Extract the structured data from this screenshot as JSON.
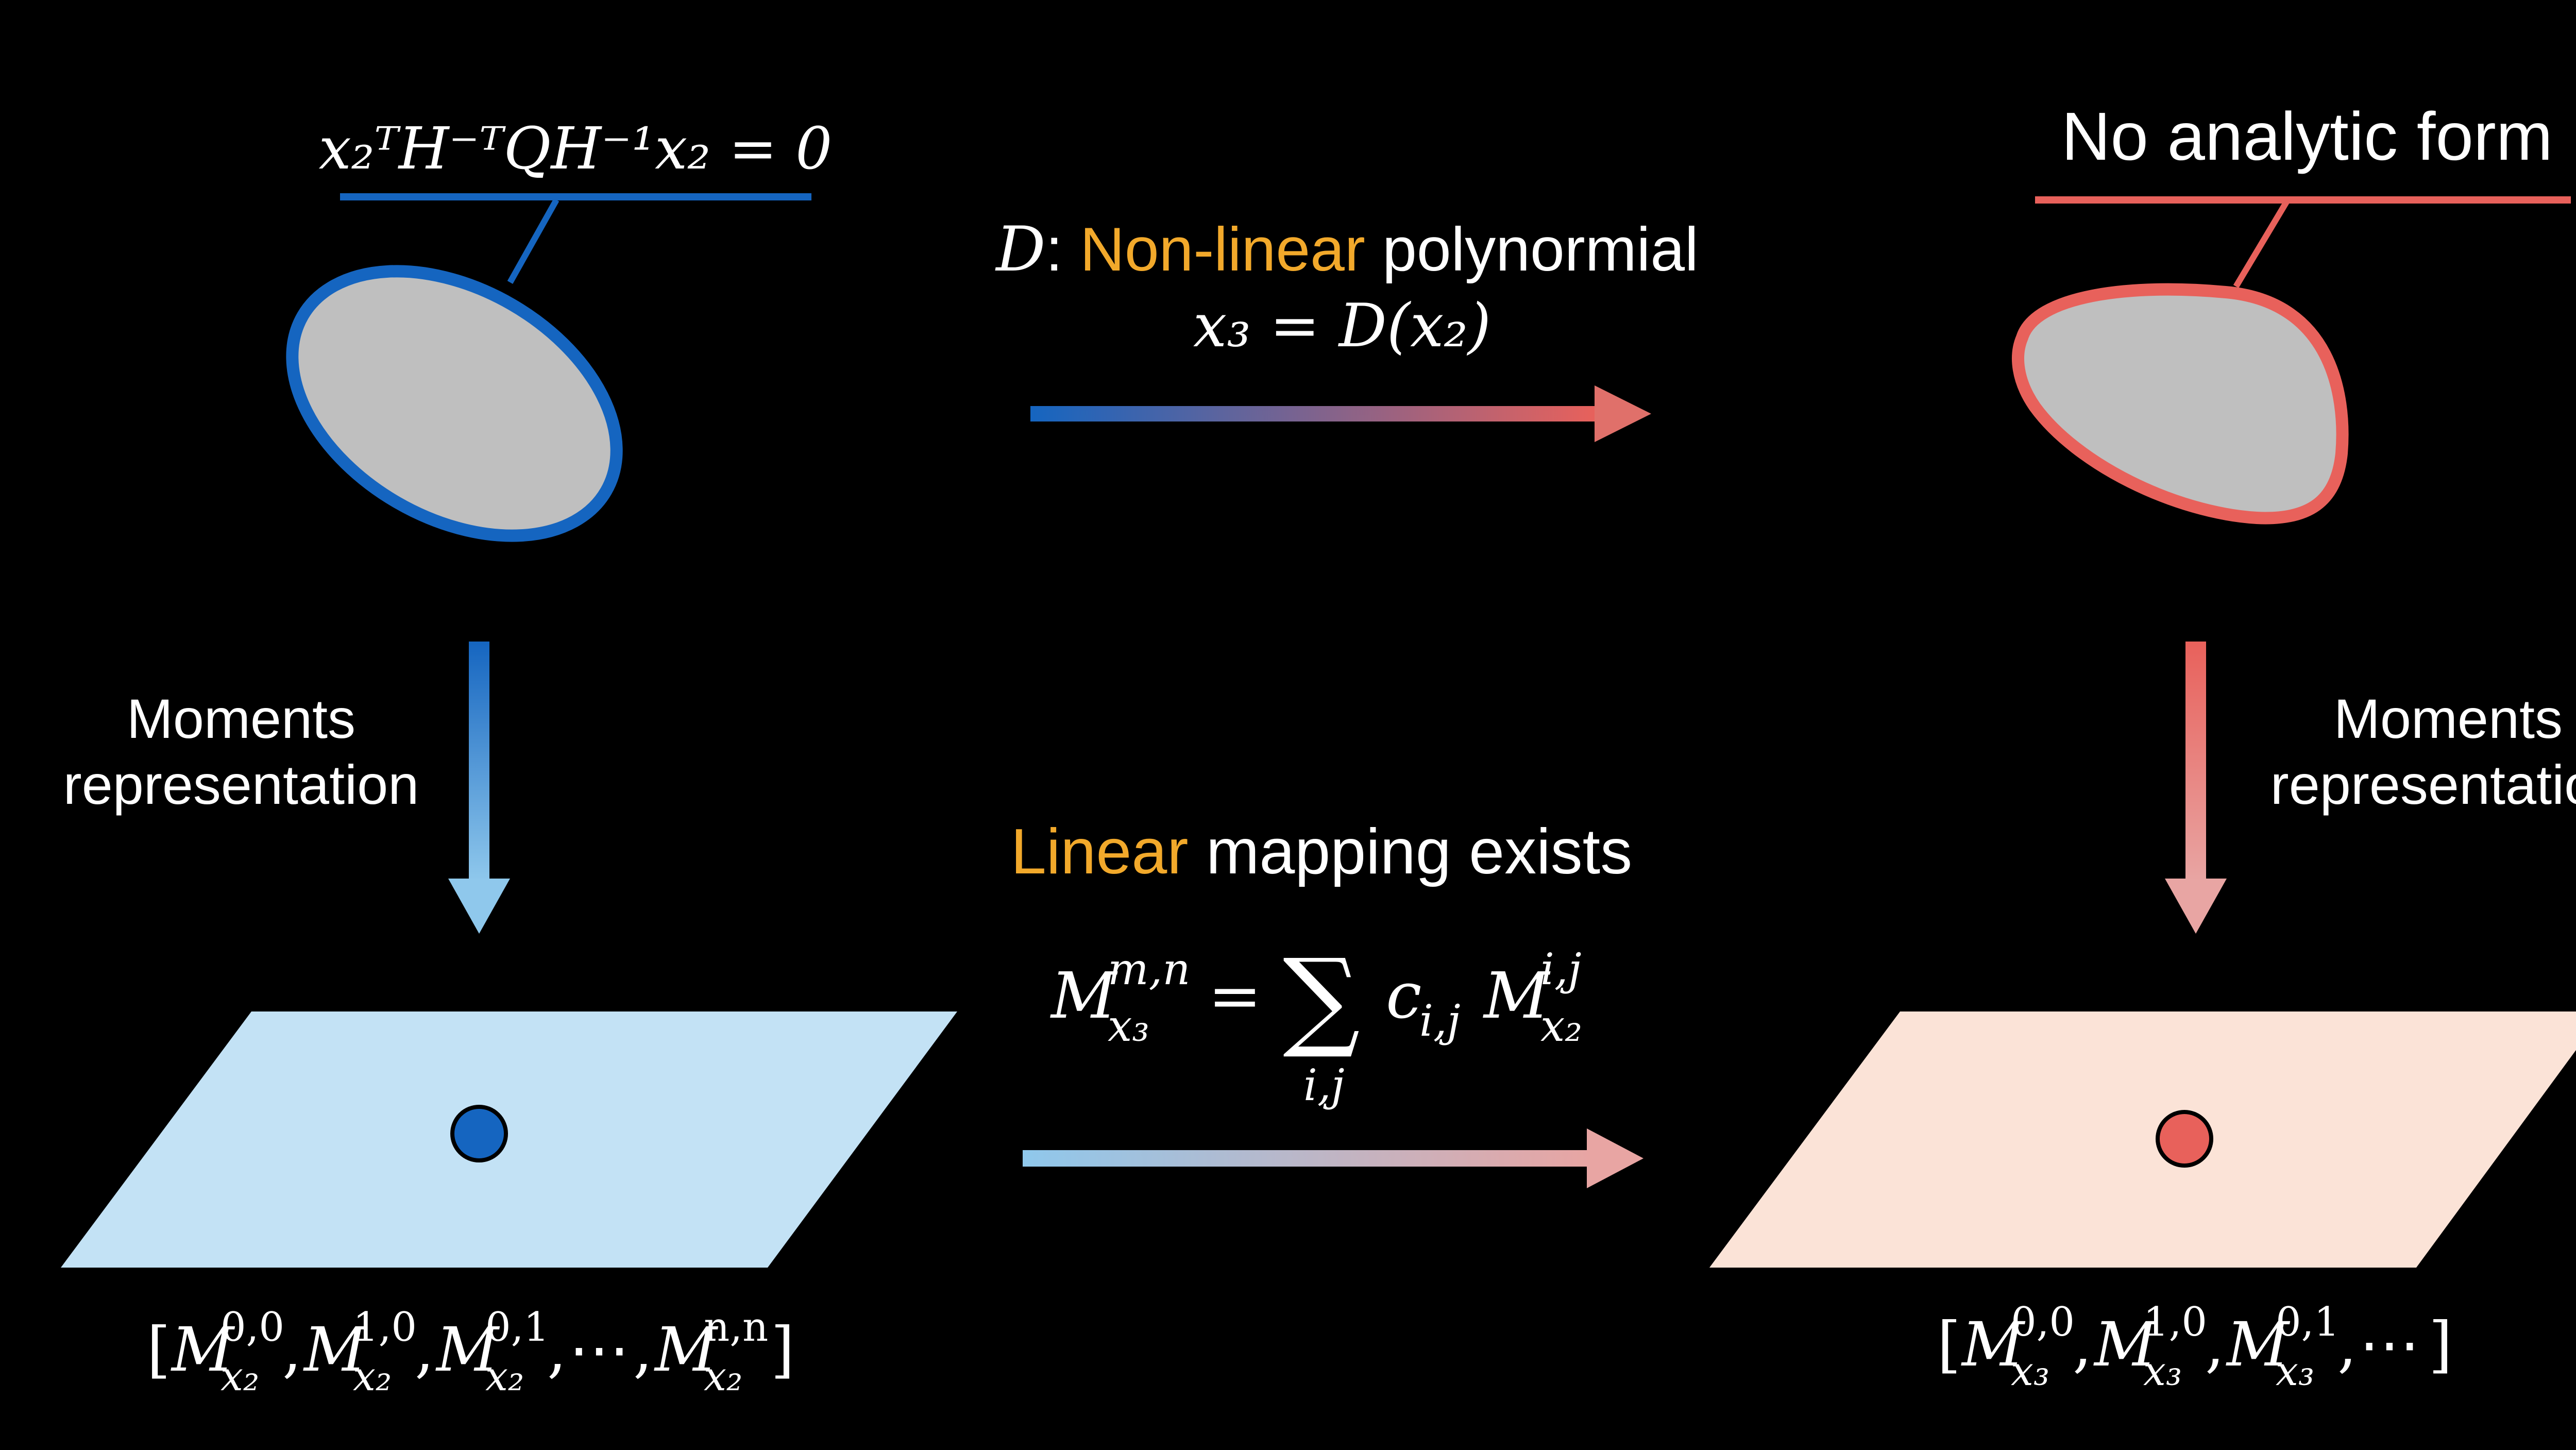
{
  "colors": {
    "background": "#000000",
    "blue": "#1565c0",
    "blue_light": "#8fc8ec",
    "red": "#e8615b",
    "red_light": "#e8a5a3",
    "orange": "#f2a92b",
    "gray": "#bfbfbf",
    "plane_left": "#c3e2f5",
    "plane_right": "#fbe3d7",
    "text": "#ffffff"
  },
  "left_set": {
    "equation": "x₂ᵀH⁻ᵀQH⁻¹x₂ = 0"
  },
  "right_set": {
    "label": "No analytic form"
  },
  "top_mapping": {
    "symbol": "D",
    "colon": ": ",
    "highlight": "Non-linear",
    "rest": " polynormial",
    "equation": "x₃ = D(x₂)"
  },
  "left_arrow_label": {
    "line1": "Moments",
    "line2": "representation"
  },
  "right_arrow_label": {
    "line1": "Moments",
    "line2": "representation"
  },
  "bottom_mapping": {
    "highlight": "Linear",
    "rest": " mapping exists",
    "lhs_symbol": "M",
    "lhs_sup": "m,n",
    "lhs_sub": "x₃",
    "equals": "=",
    "sum": "∑",
    "sum_sub": "i,j",
    "coef": "c",
    "coef_sub": "i,j",
    "rhs_symbol": "M",
    "rhs_sup": "i,j",
    "rhs_sub": "x₂"
  },
  "left_moments": {
    "open": "[",
    "items": [
      {
        "sym": "M",
        "sup": "0,0",
        "sub": "x₂"
      },
      {
        "sym": "M",
        "sup": "1,0",
        "sub": "x₂"
      },
      {
        "sym": "M",
        "sup": "0,1",
        "sub": "x₂"
      },
      {
        "sym": "⋯",
        "sup": "",
        "sub": ""
      },
      {
        "sym": "M",
        "sup": "n,n",
        "sub": "x₂"
      }
    ],
    "close": "]"
  },
  "right_moments": {
    "open": "[",
    "items": [
      {
        "sym": "M",
        "sup": "0,0",
        "sub": "x₃"
      },
      {
        "sym": "M",
        "sup": "1,0",
        "sub": "x₃"
      },
      {
        "sym": "M",
        "sup": "0,1",
        "sub": "x₃"
      },
      {
        "sym": "⋯",
        "sup": "",
        "sub": ""
      }
    ],
    "close": "]"
  }
}
